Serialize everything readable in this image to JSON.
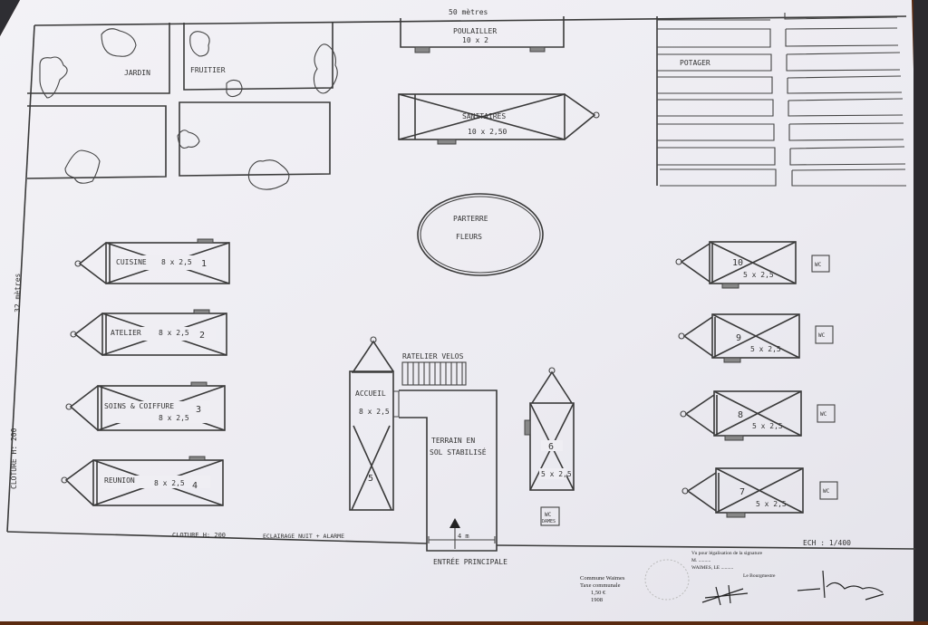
{
  "plan": {
    "top_dimension": "50 mètres",
    "left_dimension": "32 mètres",
    "left_fence": "CLOTURE H: 200",
    "poulailler": {
      "name": "POULAILLER",
      "size": "10 x 2"
    },
    "sanitaires": {
      "name": "SANITAIRES",
      "size": "10 x 2,50"
    },
    "jardin": {
      "word1": "JARDIN",
      "word2": "FRUITIER"
    },
    "potager": "POTAGER",
    "parterre": {
      "word1": "PARTERRE",
      "word2": "FLEURS"
    },
    "left_buildings": [
      {
        "name": "CUISINE",
        "size": "8 x 2,5",
        "number": "1"
      },
      {
        "name": "ATELIER",
        "size": "8 x 2,5",
        "number": "2"
      },
      {
        "name": "SOINS & COIFFURE",
        "size": "8 x 2,5",
        "number": "3"
      },
      {
        "name": "REUNION",
        "size": "8 x 2,5",
        "number": "4"
      }
    ],
    "accueil": {
      "name": "ACCUEIL",
      "size": "8 x 2,5",
      "number": "5"
    },
    "ratelier": "RATELIER VELOS",
    "terrain": {
      "line1": "TERRAIN EN",
      "line2": "SOL STABILISÉ"
    },
    "building6": {
      "number": "6",
      "size": "5 x 2,5"
    },
    "wc_dames": {
      "line1": "WC",
      "line2": "DAMES"
    },
    "right_buildings": [
      {
        "number": "10",
        "size": "5 x 2,5",
        "wc": "WC"
      },
      {
        "number": "9",
        "size": "5 x 2,5",
        "wc": "WC"
      },
      {
        "number": "8",
        "size": "5 x 2,5",
        "wc": "WC"
      },
      {
        "number": "7",
        "size": "5 x 2,5",
        "wc": "WC"
      }
    ],
    "bottom_fence": "CLOTURE H: 200",
    "lighting": "ECLAIRAGE NUIT + ALARME",
    "entrance_width": "4 m",
    "entrance": "ENTRÉE PRINCIPALE",
    "scale": "ECH : 1/400"
  },
  "stamps": {
    "commune": [
      "Commune Waimes",
      "Taxe communale",
      "1,50 €",
      "1908"
    ],
    "legalisation": [
      "Vu pour légalisation de la signature",
      "M. ..........",
      "WAIMES, LE ..........",
      "Le Bourgmestre"
    ]
  }
}
